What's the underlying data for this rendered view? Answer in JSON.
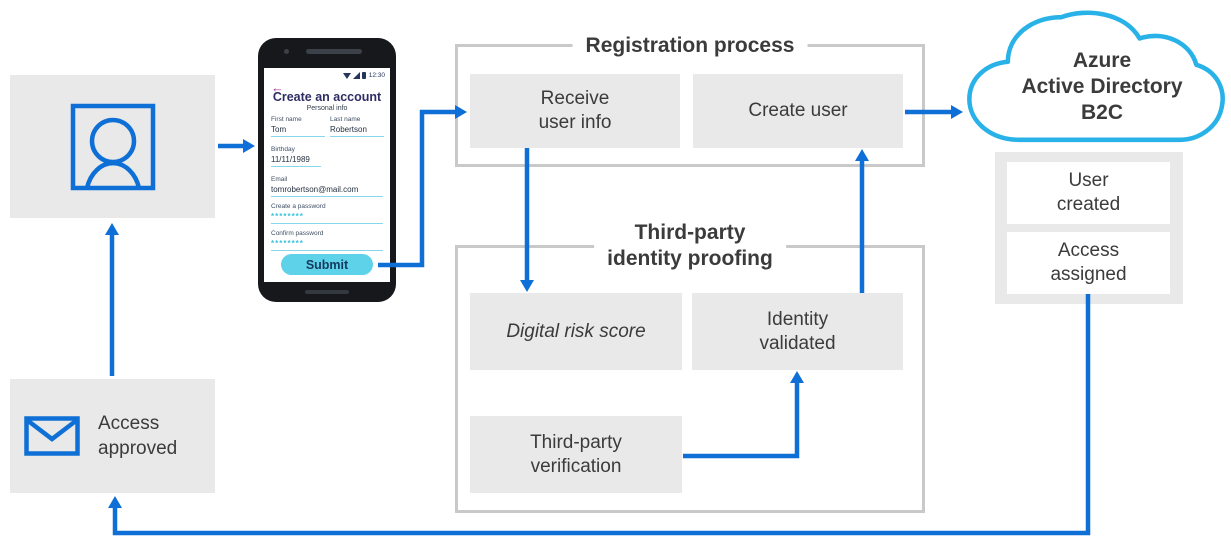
{
  "colors": {
    "arrow_blue": "#0e6fd6",
    "cloud_cyan": "#29b2e8",
    "panel_gray": "#e9e9e9",
    "container_border_gray": "#c9c9c9",
    "text_dark": "#3b3b3b",
    "phone_accent_cyan": "#5dd2e9",
    "phone_back_magenta": "#b5389b"
  },
  "phone": {
    "status_time": "12:30",
    "title": "Create an account",
    "subtitle": "Personal info",
    "first_name": {
      "label": "First name",
      "value": "Tom"
    },
    "last_name": {
      "label": "Last name",
      "value": "Robertson"
    },
    "birthday": {
      "label": "Birthday",
      "value": "11/11/1989"
    },
    "email": {
      "label": "Email",
      "value": "tomrobertson@mail.com"
    },
    "password": {
      "label": "Create a password",
      "value": "********"
    },
    "confirm_password": {
      "label": "Confirm password",
      "value": "********"
    },
    "submit_label": "Submit"
  },
  "registration": {
    "title": "Registration process",
    "receive_box": {
      "line1": "Receive",
      "line2": "user info"
    },
    "create_box": {
      "line1": "Create user"
    }
  },
  "proofing": {
    "title_line1": "Third-party",
    "title_line2": "identity proofing",
    "risk_box": {
      "line1": "Digital risk score"
    },
    "validated_box": {
      "line1": "Identity",
      "line2": "validated"
    },
    "verification_box": {
      "line1": "Third-party",
      "line2": "verification"
    }
  },
  "cloud": {
    "line1": "Azure",
    "line2": "Active Directory",
    "line3": "B2C"
  },
  "directory_outputs": {
    "user_created": {
      "line1": "User",
      "line2": "created"
    },
    "access_assigned": {
      "line1": "Access",
      "line2": "assigned"
    }
  },
  "approval": {
    "line1": "Access",
    "line2": "approved"
  }
}
